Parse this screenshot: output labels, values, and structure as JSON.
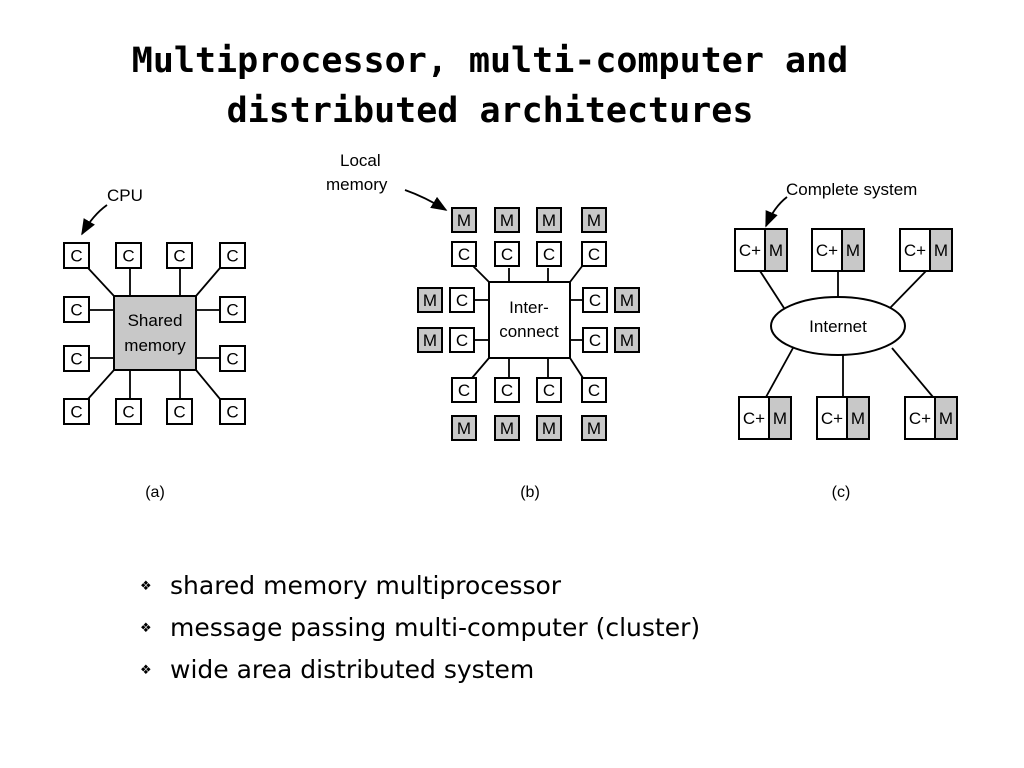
{
  "title": {
    "line1": "Multiprocessor, multi-computer and",
    "line2": "distributed architectures"
  },
  "diagram_a": {
    "callout": "CPU",
    "cpu_label": "C",
    "memory_line1": "Shared",
    "memory_line2": "memory",
    "caption": "(a)"
  },
  "diagram_b": {
    "callout_line1": "Local",
    "callout_line2": "memory",
    "cpu_label": "C",
    "memory_label": "M",
    "interconnect_line1": "Inter-",
    "interconnect_line2": "connect",
    "caption": "(b)"
  },
  "diagram_c": {
    "callout": "Complete system",
    "computer_label": "C+",
    "memory_label": "M",
    "network": "Internet",
    "caption": "(c)"
  },
  "bullets": [
    "shared memory multiprocessor",
    "message passing multi-computer (cluster)",
    "wide area distributed system"
  ],
  "colors": {
    "shaded": "#c8c8c8",
    "ink": "#000000"
  }
}
